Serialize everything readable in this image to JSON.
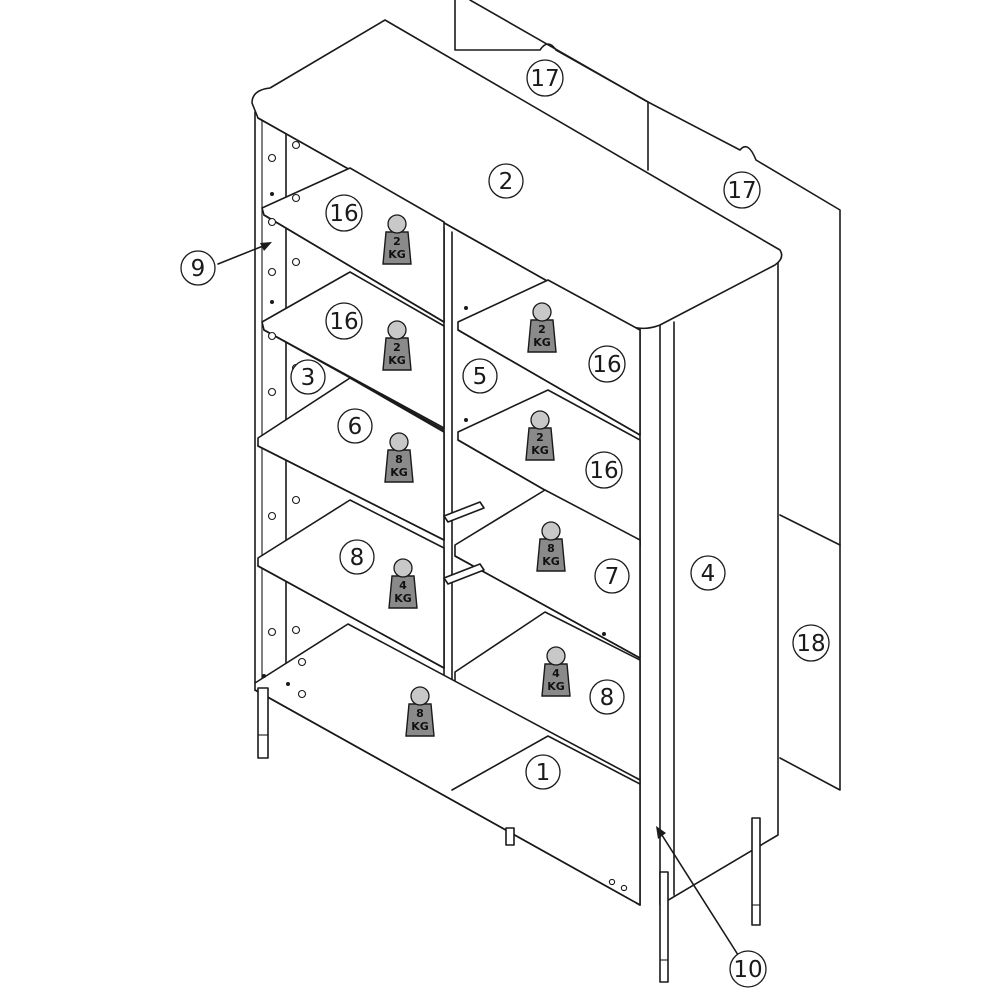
{
  "callouts": [
    {
      "id": "p17a",
      "label": "17"
    },
    {
      "id": "p17b",
      "label": "17"
    },
    {
      "id": "p2",
      "label": "2"
    },
    {
      "id": "p9",
      "label": "9"
    },
    {
      "id": "p16a",
      "label": "16"
    },
    {
      "id": "p16b",
      "label": "16"
    },
    {
      "id": "p16c",
      "label": "16"
    },
    {
      "id": "p16d",
      "label": "16"
    },
    {
      "id": "p3",
      "label": "3"
    },
    {
      "id": "p5",
      "label": "5"
    },
    {
      "id": "p6",
      "label": "6"
    },
    {
      "id": "p7",
      "label": "7"
    },
    {
      "id": "p4",
      "label": "4"
    },
    {
      "id": "p8a",
      "label": "8"
    },
    {
      "id": "p8b",
      "label": "8"
    },
    {
      "id": "p18",
      "label": "18"
    },
    {
      "id": "p1",
      "label": "1"
    },
    {
      "id": "p10",
      "label": "10"
    }
  ],
  "weights": [
    {
      "id": "w1",
      "value": "2",
      "unit": "KG"
    },
    {
      "id": "w2",
      "value": "2",
      "unit": "KG"
    },
    {
      "id": "w3",
      "value": "2",
      "unit": "KG"
    },
    {
      "id": "w4",
      "value": "8",
      "unit": "KG"
    },
    {
      "id": "w5",
      "value": "2",
      "unit": "KG"
    },
    {
      "id": "w6",
      "value": "4",
      "unit": "KG"
    },
    {
      "id": "w7",
      "value": "8",
      "unit": "KG"
    },
    {
      "id": "w8",
      "value": "4",
      "unit": "KG"
    },
    {
      "id": "w9",
      "value": "8",
      "unit": "KG"
    }
  ]
}
